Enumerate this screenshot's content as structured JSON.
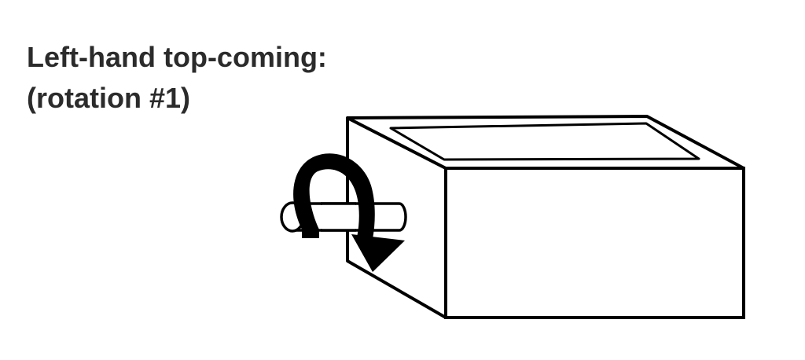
{
  "caption": {
    "title": "Left-hand top-coming:",
    "subtitle": "(rotation #1)"
  },
  "colors": {
    "ink": "#000000",
    "text": "#2b2b2b",
    "background": "#ffffff"
  },
  "diagram": {
    "object": "box-with-shaft",
    "rotation_arrow": "curved-arrow-icon"
  }
}
